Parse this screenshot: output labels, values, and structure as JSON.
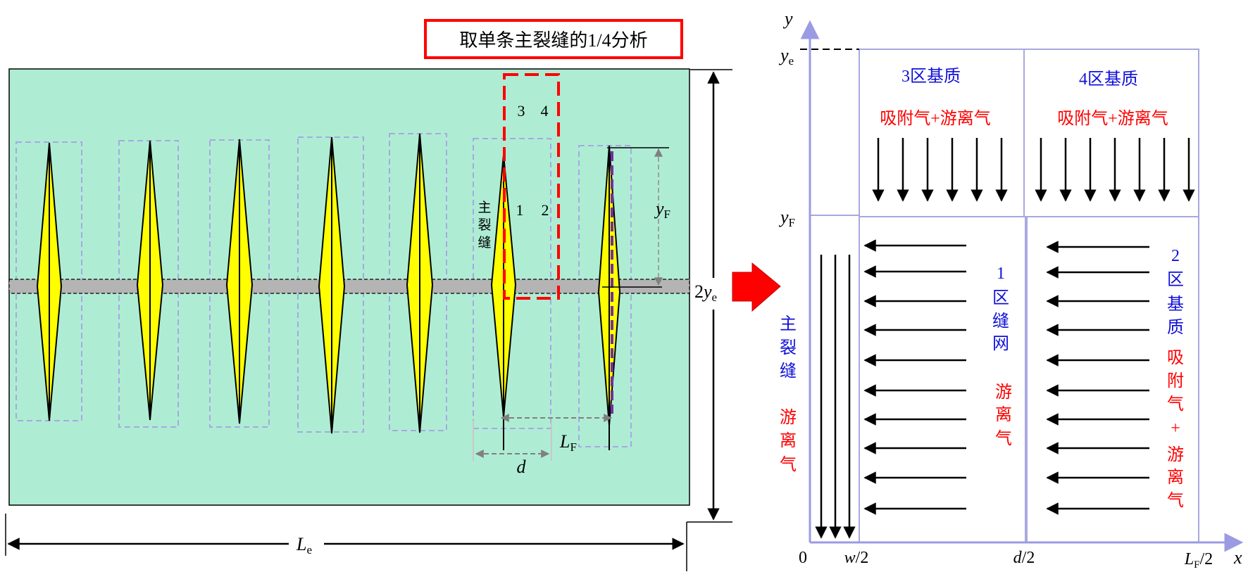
{
  "annotation_box": {
    "text": "取单条主裂缝的1/4分析"
  },
  "left_panel": {
    "quarter_labels": {
      "q1": "1",
      "q2": "2",
      "q3": "3",
      "q4": "4"
    },
    "main_fracture_label": [
      "主",
      "裂",
      "缝"
    ],
    "yF_label": {
      "base": "y",
      "sub": "F"
    },
    "LF_label": {
      "base": "L",
      "sub": "F"
    },
    "d_label": "d",
    "ye_label": {
      "prefix": "2",
      "base": "y",
      "sub": "e"
    },
    "Le_label": {
      "base": "L",
      "sub": "e"
    }
  },
  "right_panel": {
    "axis_y_label": "y",
    "axis_x_label": "x",
    "y_ticks": {
      "ye": {
        "base": "y",
        "sub": "e"
      },
      "yF": {
        "base": "y",
        "sub": "F"
      }
    },
    "x_ticks": {
      "origin": "0",
      "w2": {
        "base": "w",
        "rest": "/2"
      },
      "d2": {
        "base": "d",
        "rest": "/2"
      },
      "LF2": {
        "base": "L",
        "sub": "F",
        "rest": "/2"
      }
    },
    "zone3": {
      "title": "3区基质",
      "gas": "吸附气+游离气"
    },
    "zone4": {
      "title": "4区基质",
      "gas": "吸附气+游离气"
    },
    "zone1": {
      "title": [
        "1",
        "区",
        "缝",
        "网"
      ],
      "gas": [
        "游",
        "离",
        "气"
      ]
    },
    "zone2": {
      "title": [
        "2",
        "区",
        "基",
        "质"
      ],
      "gas": [
        "吸",
        "附",
        "气",
        "+",
        "游",
        "离",
        "气"
      ]
    },
    "main_fracture": {
      "title": [
        "主",
        "裂",
        "缝"
      ],
      "gas": [
        "游",
        "离",
        "气"
      ]
    }
  },
  "colors": {
    "reservoir_fill": "#aeedd4",
    "fracture_fill": "#ffff00",
    "wellbore_fill": "#b4b4b4",
    "region_line": "#a8a8e0",
    "axis": "#9b9be4",
    "highlight_red": "#ff0000",
    "label_blue": "#1010d8",
    "dashed_purple": "#7030a0"
  }
}
